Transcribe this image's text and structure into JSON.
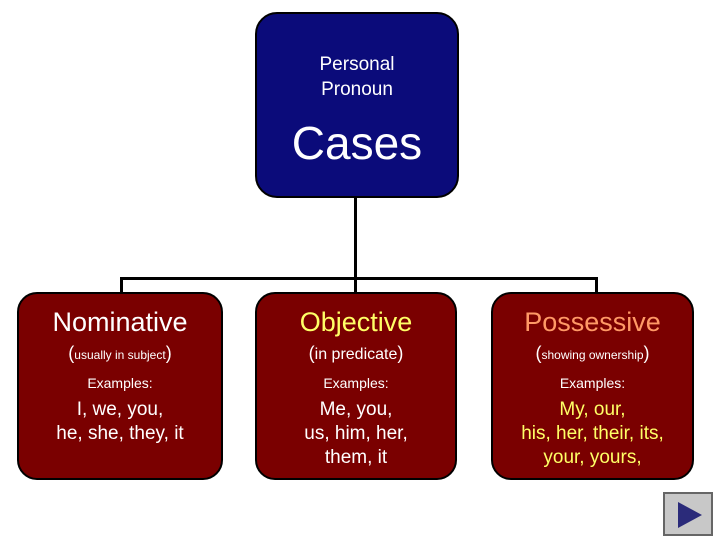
{
  "root": {
    "subtitle": "Personal\nPronoun",
    "title": "Cases"
  },
  "cases": [
    {
      "title": "Nominative",
      "sub_open": "(",
      "sub_small": "usually in subject",
      "sub_close": ")",
      "examples_label": "Examples:",
      "examples": "I, we, you,\nhe, she, they, it",
      "title_color": "#ffffff",
      "examples_color": "#ffffff"
    },
    {
      "title": "Objective",
      "sub_open": "(",
      "sub_small": "in predicate",
      "sub_close": ")",
      "examples_label": "Examples:",
      "examples": "Me, you,\nus, him, her,\nthem, it",
      "title_color": "#ffff66",
      "examples_color": "#ffffff"
    },
    {
      "title": "Possessive",
      "sub_open": "(",
      "sub_small": "showing ownership",
      "sub_close": ")",
      "examples_label": "Examples:",
      "examples": "My, our,\nhis, her, their, its,\nyour, yours,",
      "title_color": "#ff9966",
      "examples_color": "#ffff66"
    }
  ],
  "nav": {
    "icon": "play-next-icon"
  },
  "colors": {
    "root_fill": "#0b0b7a",
    "card_fill": "#7a0000"
  }
}
